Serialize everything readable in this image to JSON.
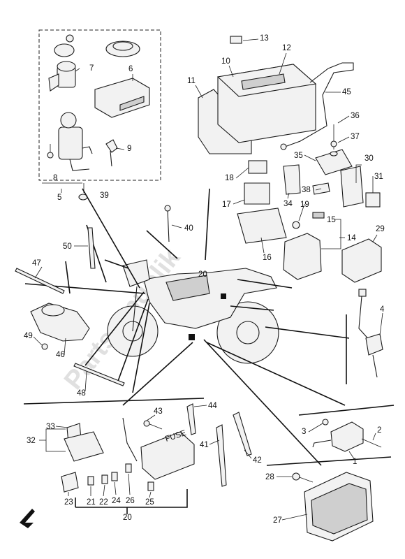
{
  "diagram": {
    "watermark": "Partsrepublik",
    "callouts": [
      "1",
      "2",
      "3",
      "4",
      "5",
      "6",
      "7",
      "8",
      "9",
      "10",
      "11",
      "12",
      "13",
      "14",
      "15",
      "16",
      "17",
      "18",
      "19",
      "20",
      "20",
      "21",
      "22",
      "23",
      "24",
      "25",
      "26",
      "27",
      "28",
      "29",
      "30",
      "31",
      "32",
      "33",
      "34",
      "35",
      "36",
      "37",
      "38",
      "39",
      "40",
      "41",
      "42",
      "43",
      "44",
      "45",
      "46",
      "47",
      "48",
      "49",
      "50"
    ],
    "fuse_label": "FUSE",
    "icons": [
      "direction-arrow-icon"
    ]
  }
}
